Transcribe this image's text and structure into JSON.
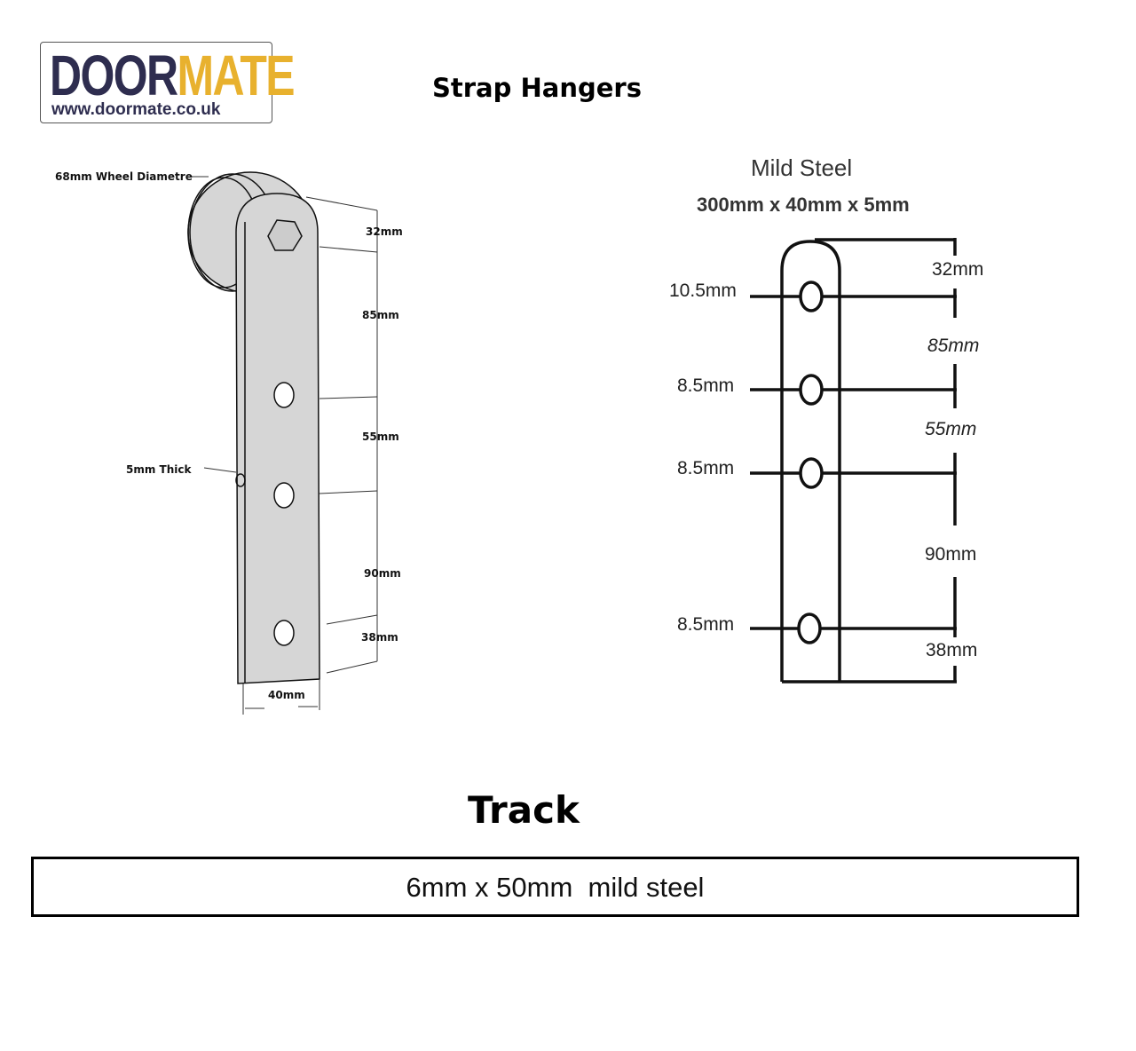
{
  "logo": {
    "word1": "DOOR",
    "word2": "MATE",
    "url": "www.doormate.co.uk",
    "colors": {
      "dark": "#2e2d4f",
      "gold": "#e8b12e"
    }
  },
  "title": "Strap Hangers",
  "left_drawing": {
    "wheel_label": "68mm Wheel Diametre",
    "thick_label": "5mm Thick",
    "dims": [
      "32mm",
      "85mm",
      "55mm",
      "90mm",
      "38mm"
    ],
    "width_label": "40mm"
  },
  "right_drawing": {
    "material": "Mild Steel",
    "size": "300mm x 40mm x 5mm",
    "hole_labels": [
      "10.5mm",
      "8.5mm",
      "8.5mm",
      "8.5mm"
    ],
    "dims": [
      "32mm",
      "85mm",
      "55mm",
      "90mm",
      "38mm"
    ]
  },
  "track": {
    "heading": "Track",
    "spec": "6mm x 50mm  mild steel"
  }
}
